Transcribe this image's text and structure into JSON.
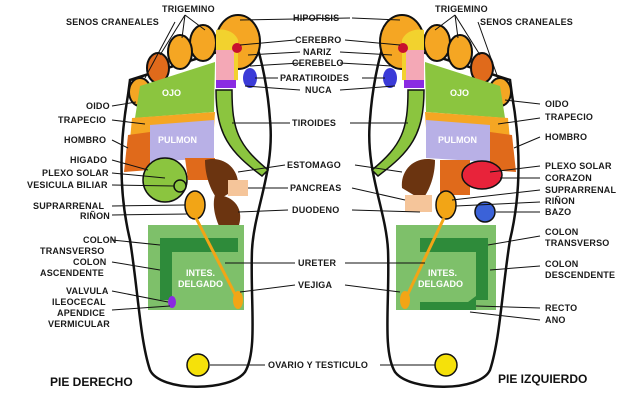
{
  "colors": {
    "outline": "#111111",
    "green": "#8bc53f",
    "dark_green": "#2e8b3a",
    "light_green": "#7ec06a",
    "orange": "#f5a623",
    "dark_orange": "#e06a1b",
    "yellow": "#f2d22e",
    "purple": "#b8b0e6",
    "brown": "#6b3410",
    "pink": "#f4a8b6",
    "red": "#e8233a",
    "blue": "#3b62d8"
  },
  "titles": {
    "right_foot": "PIE DERECHO",
    "left_foot": "PIE IZQUIERDO"
  },
  "center_labels": {
    "hipofisis": "HIPOFISIS",
    "cerebro": "CEREBRO",
    "nariz": "NARIZ",
    "cerebelo": "CEREBELO",
    "paratiroides": "PARATIROIDES",
    "nuca": "NUCA",
    "tiroides": "TIROIDES",
    "estomago": "ESTOMAGO",
    "pancreas": "PANCREAS",
    "duodeno": "DUODENO",
    "ureter": "URETER",
    "vejiga": "VEJIGA",
    "ovario": "OVARIO Y TESTICULO"
  },
  "left_side": {
    "trigemino": "TRIGEMINO",
    "senos": "SENOS CRANEALES",
    "oido": "OIDO",
    "trapecio": "TRAPECIO",
    "hombro": "HOMBRO",
    "higado": "HIGADO",
    "plexo": "PLEXO SOLAR",
    "vesicula": "VESICULA BILIAR",
    "suprarrenal": "SUPRARRENAL",
    "rinon": "RIÑON",
    "colon_t1": "COLON",
    "colon_t2": "TRANSVERSO",
    "colon_a1": "COLON",
    "colon_a2": "ASCENDENTE",
    "valvula": "VALVULA",
    "ileocecal": "ILEOCECAL",
    "apendice": "APENDICE",
    "vermicular": "VERMICULAR"
  },
  "right_side": {
    "trigemino": "TRIGEMINO",
    "senos": "SENOS CRANEALES",
    "oido": "OIDO",
    "trapecio": "TRAPECIO",
    "hombro": "HOMBRO",
    "plexo": "PLEXO SOLAR",
    "corazon": "CORAZON",
    "suprarrenal": "SUPRARRENAL",
    "rinon": "RIÑON",
    "bazo": "BAZO",
    "colon_t1": "COLON",
    "colon_t2": "TRANSVERSO",
    "colon_d1": "COLON",
    "colon_d2": "DESCENDENTE",
    "recto": "RECTO",
    "ano": "ANO"
  },
  "inner_labels": {
    "ojo": "OJO",
    "pulmon": "PULMON",
    "intes1": "INTES.",
    "intes2": "DELGADO"
  }
}
